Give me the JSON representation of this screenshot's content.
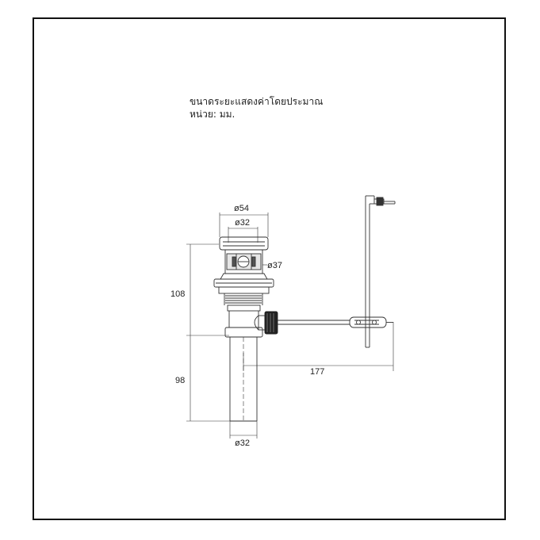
{
  "notes": {
    "line1": "ขนาดระยะแสดงค่าโดยประมาณ",
    "line2": "หน่วย: มม."
  },
  "dimensions": {
    "top_outer_diameter": "ø54",
    "top_inner_diameter": "ø32",
    "stopper_diameter": "ø37",
    "upper_height": "108",
    "lower_height": "98",
    "lever_length": "177",
    "tail_diameter": "ø32"
  },
  "colors": {
    "line": "#333333",
    "frame": "#111111",
    "knob": "#222222"
  }
}
